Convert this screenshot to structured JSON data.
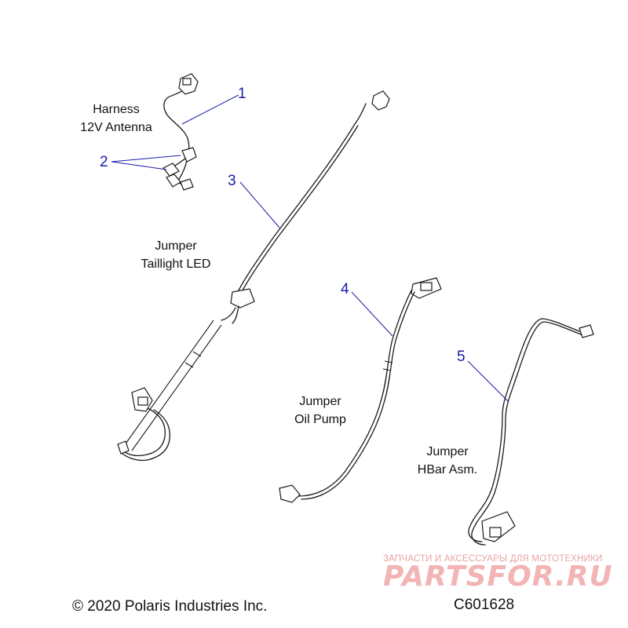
{
  "callouts": [
    {
      "number": "1"
    },
    {
      "number": "2"
    },
    {
      "number": "3"
    },
    {
      "number": "4"
    },
    {
      "number": "5"
    }
  ],
  "parts": [
    {
      "line1": "Harness",
      "line2": "12V Antenna"
    },
    {
      "line1": "Jumper",
      "line2": "Taillight LED"
    },
    {
      "line1": "Jumper",
      "line2": "Oil Pump"
    },
    {
      "line1": "Jumper",
      "line2": "HBar Asm."
    }
  ],
  "footer": {
    "copyright": "© 2020 Polaris Industries Inc.",
    "drawing_number": "C601628"
  },
  "watermark": {
    "tagline": "ЗАПЧАСТИ И АКСЕССУАРЫ ДЛЯ МОТОТЕХНИКИ",
    "logo": "PARTSFOR.RU"
  },
  "colors": {
    "callout": "#1a1aa8",
    "line_art": "#1a1a1a",
    "watermark": "#f2b4b4"
  }
}
